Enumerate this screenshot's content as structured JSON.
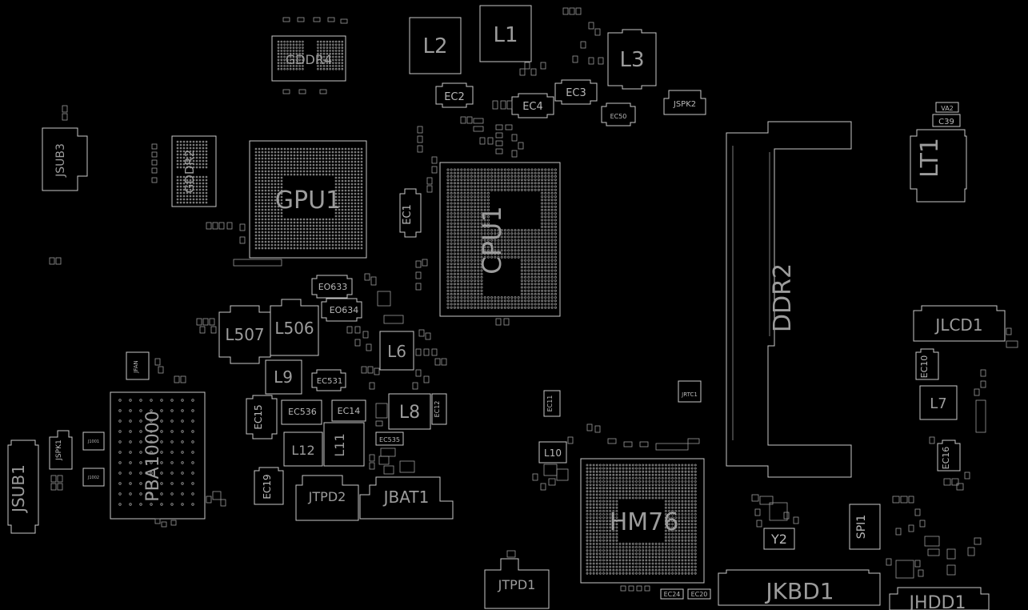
{
  "board": {
    "background": "#000000",
    "outline_color": "#c8c8c8",
    "label_color": "#9c9c9c"
  },
  "labels": {
    "gddr4": "GDDR4",
    "l2": "L2",
    "l1": "L1",
    "l3": "L3",
    "ec2": "EC2",
    "ec4": "EC4",
    "ec3": "EC3",
    "ec50": "EC50",
    "jspk2": "JSPK2",
    "va2": "VA2",
    "c39": "C39",
    "lt1": "LT1",
    "jsub3": "JSUB3",
    "gddr2": "GDDR2",
    "gpu1": "GPU1",
    "ec1": "EC1",
    "cpu1": "CPU1",
    "ddr2": "DDR2",
    "eo633": "EO633",
    "eo634": "EO634",
    "l507": "L507",
    "l506": "L506",
    "l6": "L6",
    "l9": "L9",
    "ec531": "EC531",
    "jlcd1": "JLCD1",
    "ec10": "EC10",
    "l7": "L7",
    "jfan": "JFAN",
    "ec15": "EC15",
    "ec536": "EC536",
    "ec14": "EC14",
    "l8": "L8",
    "ec12": "EC12",
    "jrtc1": "JRTC1",
    "ec11": "EC11",
    "jsub1": "JSUB1",
    "jspk1": "JSPK1",
    "pba10000": "PBA10000",
    "l12": "L12",
    "l11": "L11",
    "ec535": "EC535",
    "l10": "L10",
    "ec16": "EC16",
    "ec19": "EC19",
    "jtpd2": "JTPD2",
    "jbat1": "JBAT1",
    "hm76": "HM76",
    "spi1": "SPI1",
    "y2": "Y2",
    "jtpd1": "JTPD1",
    "jkbd1": "JKBD1",
    "jhdd1": "JHDD1",
    "ec24": "EC24",
    "ec20": "EC20",
    "u1001": "J1001",
    "u1002": "J1002"
  }
}
